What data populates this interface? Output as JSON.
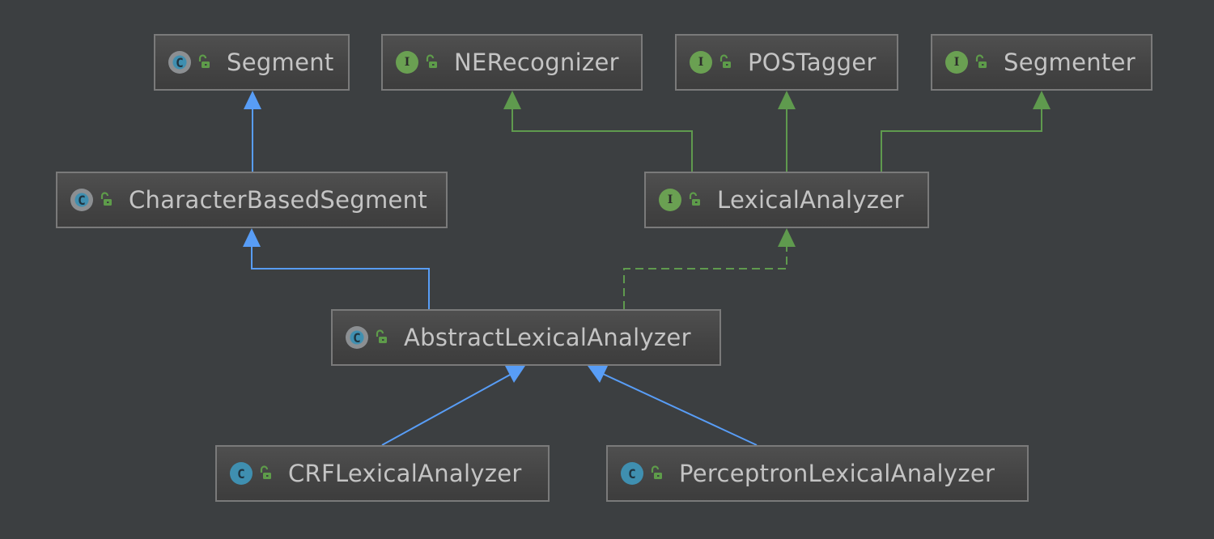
{
  "diagram": {
    "type": "uml-class-hierarchy",
    "colors": {
      "background": "#3c3f41",
      "node_border": "#7a7a7a",
      "node_text": "#c4c4c4",
      "extends_edge": "#589df6",
      "implements_edge": "#5f9a4e",
      "class_icon": "#3f8fb0",
      "interface_icon": "#6aa052",
      "visibility_public": "#5e9c4a"
    },
    "nodes": [
      {
        "id": "Segment",
        "label": "Segment",
        "kind": "abstract-class",
        "icon_letter": "C",
        "visibility": "public"
      },
      {
        "id": "NERecognizer",
        "label": "NERecognizer",
        "kind": "interface",
        "icon_letter": "I",
        "visibility": "public"
      },
      {
        "id": "POSTagger",
        "label": "POSTagger",
        "kind": "interface",
        "icon_letter": "I",
        "visibility": "public"
      },
      {
        "id": "Segmenter",
        "label": "Segmenter",
        "kind": "interface",
        "icon_letter": "I",
        "visibility": "public"
      },
      {
        "id": "CharacterBasedSegment",
        "label": "CharacterBasedSegment",
        "kind": "abstract-class",
        "icon_letter": "C",
        "visibility": "public"
      },
      {
        "id": "LexicalAnalyzer",
        "label": "LexicalAnalyzer",
        "kind": "interface",
        "icon_letter": "I",
        "visibility": "public"
      },
      {
        "id": "AbstractLexicalAnalyzer",
        "label": "AbstractLexicalAnalyzer",
        "kind": "abstract-class",
        "icon_letter": "C",
        "visibility": "public"
      },
      {
        "id": "CRFLexicalAnalyzer",
        "label": "CRFLexicalAnalyzer",
        "kind": "class",
        "icon_letter": "C",
        "visibility": "public"
      },
      {
        "id": "PerceptronLexicalAnalyzer",
        "label": "PerceptronLexicalAnalyzer",
        "kind": "class",
        "icon_letter": "C",
        "visibility": "public"
      }
    ],
    "edges": [
      {
        "from": "CharacterBasedSegment",
        "to": "Segment",
        "type": "extends"
      },
      {
        "from": "LexicalAnalyzer",
        "to": "NERecognizer",
        "type": "extends-interface"
      },
      {
        "from": "LexicalAnalyzer",
        "to": "POSTagger",
        "type": "extends-interface"
      },
      {
        "from": "LexicalAnalyzer",
        "to": "Segmenter",
        "type": "extends-interface"
      },
      {
        "from": "AbstractLexicalAnalyzer",
        "to": "CharacterBasedSegment",
        "type": "extends"
      },
      {
        "from": "AbstractLexicalAnalyzer",
        "to": "LexicalAnalyzer",
        "type": "implements"
      },
      {
        "from": "CRFLexicalAnalyzer",
        "to": "AbstractLexicalAnalyzer",
        "type": "extends"
      },
      {
        "from": "PerceptronLexicalAnalyzer",
        "to": "AbstractLexicalAnalyzer",
        "type": "extends"
      }
    ]
  }
}
